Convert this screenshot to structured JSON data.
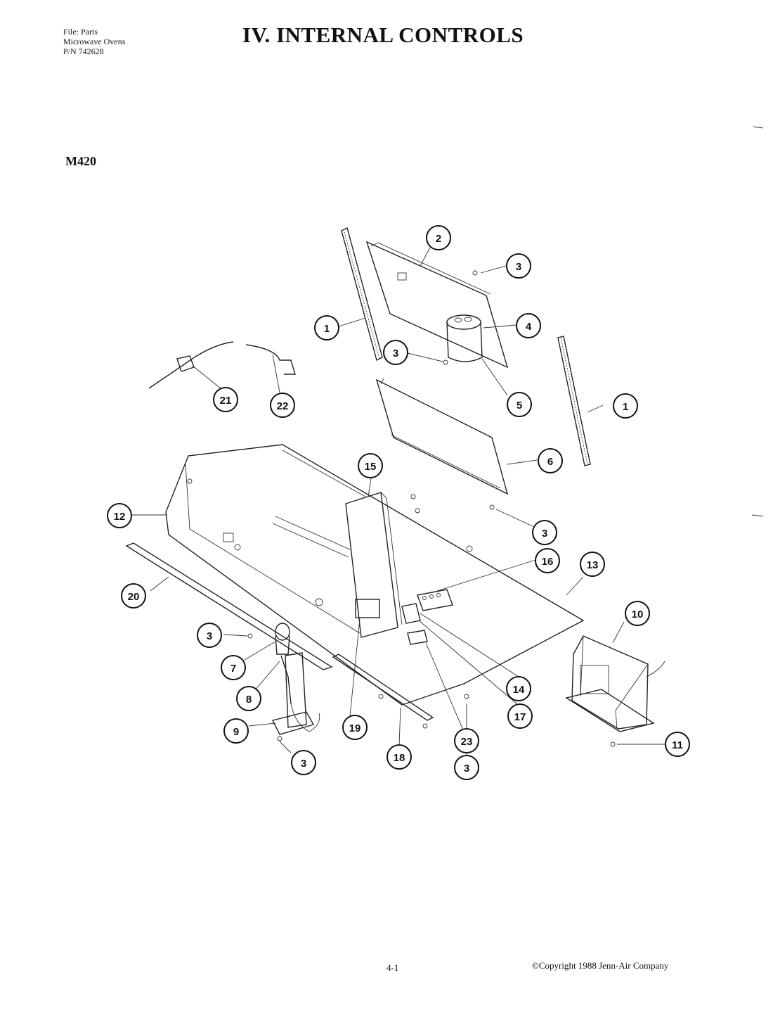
{
  "header": {
    "file_lines": [
      "File: Parts",
      "Microwave Ovens",
      "P/N 742628"
    ],
    "title": "IV.  INTERNAL CONTROLS",
    "model": "M420"
  },
  "footer": {
    "page_number": "4-1",
    "copyright": "©Copyright 1988 Jenn-Air Company"
  },
  "callouts": [
    {
      "label": "1"
    },
    {
      "label": "1"
    },
    {
      "label": "2"
    },
    {
      "label": "3"
    },
    {
      "label": "3"
    },
    {
      "label": "3"
    },
    {
      "label": "3"
    },
    {
      "label": "3"
    },
    {
      "label": "3"
    },
    {
      "label": "4"
    },
    {
      "label": "5"
    },
    {
      "label": "6"
    },
    {
      "label": "7"
    },
    {
      "label": "8"
    },
    {
      "label": "9"
    },
    {
      "label": "10"
    },
    {
      "label": "11"
    },
    {
      "label": "12"
    },
    {
      "label": "13"
    },
    {
      "label": "14"
    },
    {
      "label": "15"
    },
    {
      "label": "16"
    },
    {
      "label": "17"
    },
    {
      "label": "18"
    },
    {
      "label": "19"
    },
    {
      "label": "20"
    },
    {
      "label": "21"
    },
    {
      "label": "22"
    },
    {
      "label": "23"
    }
  ]
}
